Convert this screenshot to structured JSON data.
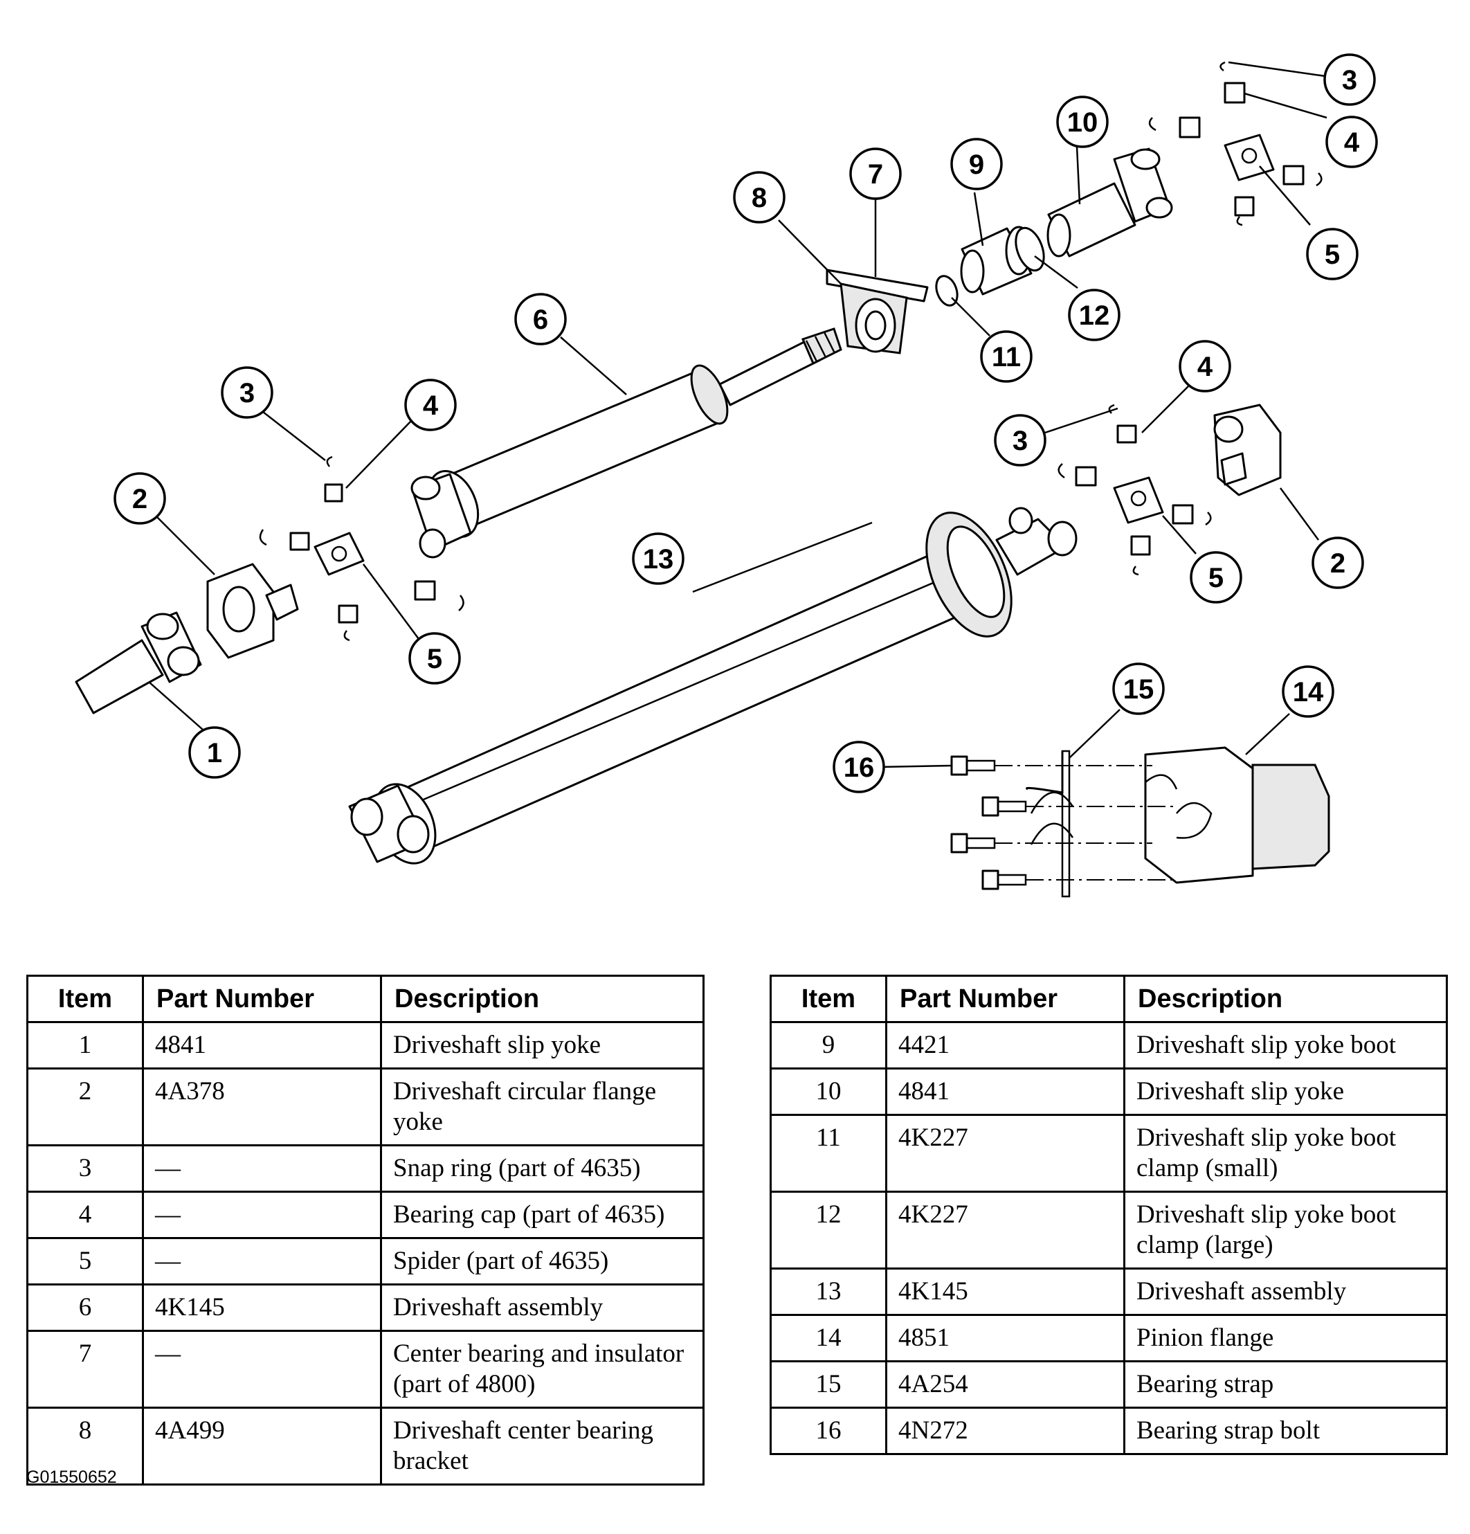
{
  "callouts": {
    "c1": "1",
    "c2a": "2",
    "c2b": "2",
    "c3a": "3",
    "c3b": "3",
    "c3c": "3",
    "c4a": "4",
    "c4b": "4",
    "c4c": "4",
    "c5a": "5",
    "c5b": "5",
    "c5c": "5",
    "c6": "6",
    "c7": "7",
    "c8": "8",
    "c9": "9",
    "c10": "10",
    "c11": "11",
    "c12": "12",
    "c13": "13",
    "c14": "14",
    "c15": "15",
    "c16": "16"
  },
  "table_headers": {
    "item": "Item",
    "part_number": "Part Number",
    "description": "Description"
  },
  "table_left": [
    {
      "item": "1",
      "part": "4841",
      "desc": "Driveshaft slip yoke"
    },
    {
      "item": "2",
      "part": "4A378",
      "desc": "Driveshaft circular flange yoke"
    },
    {
      "item": "3",
      "part": "—",
      "desc": "Snap ring (part of 4635)"
    },
    {
      "item": "4",
      "part": "—",
      "desc": "Bearing cap (part of 4635)"
    },
    {
      "item": "5",
      "part": "—",
      "desc": "Spider (part of 4635)"
    },
    {
      "item": "6",
      "part": "4K145",
      "desc": "Driveshaft assembly"
    },
    {
      "item": "7",
      "part": "—",
      "desc": "Center bearing and insulator (part of 4800)"
    },
    {
      "item": "8",
      "part": "4A499",
      "desc": "Driveshaft center bearing bracket"
    }
  ],
  "table_right": [
    {
      "item": "9",
      "part": "4421",
      "desc": "Driveshaft slip yoke boot"
    },
    {
      "item": "10",
      "part": "4841",
      "desc": "Driveshaft slip yoke"
    },
    {
      "item": "11",
      "part": "4K227",
      "desc": "Driveshaft slip yoke boot clamp (small)"
    },
    {
      "item": "12",
      "part": "4K227",
      "desc": "Driveshaft slip yoke boot clamp (large)"
    },
    {
      "item": "13",
      "part": "4K145",
      "desc": "Driveshaft assembly"
    },
    {
      "item": "14",
      "part": "4851",
      "desc": "Pinion flange"
    },
    {
      "item": "15",
      "part": "4A254",
      "desc": "Bearing strap"
    },
    {
      "item": "16",
      "part": "4N272",
      "desc": "Bearing strap bolt"
    }
  ],
  "figure_id": "G01550652"
}
